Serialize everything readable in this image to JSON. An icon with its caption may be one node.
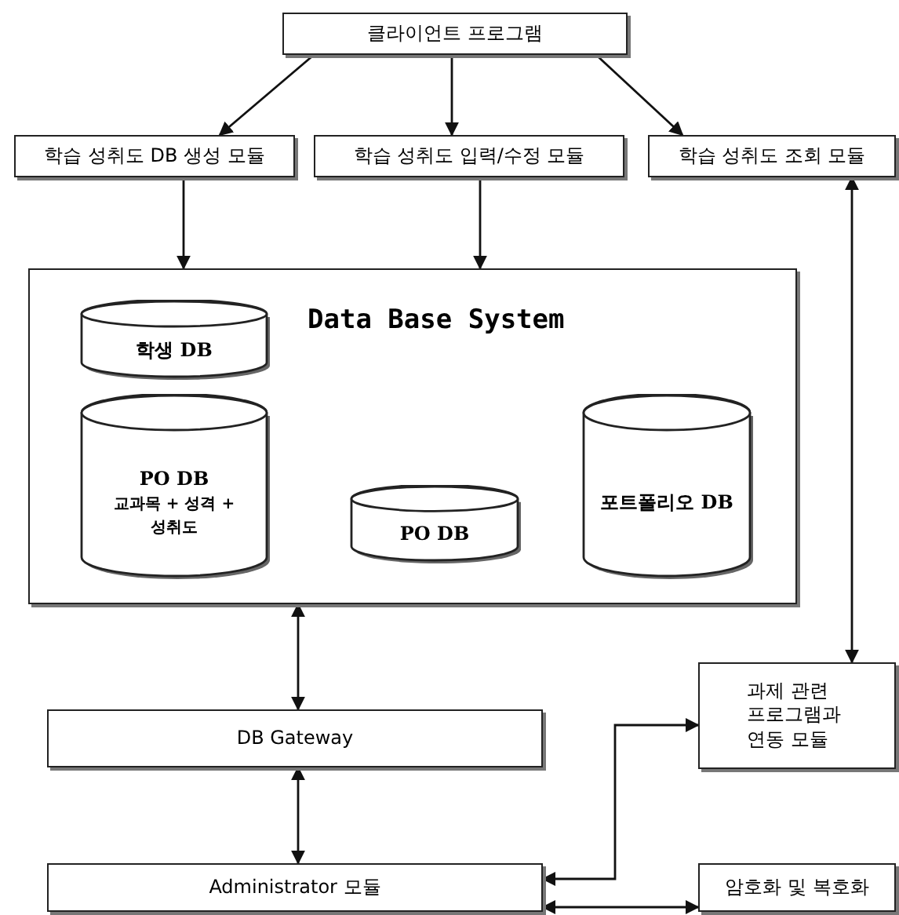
{
  "diagram": {
    "nodes": [
      {
        "text": [
          "클라이언트 프로그램"
        ]
      },
      {
        "text": [
          "학습 성취도 DB 생성 모듈"
        ]
      },
      {
        "text": [
          "학습 성취도 입력/수정 모듈"
        ]
      },
      {
        "text": [
          "학습 성취도 조회 모듈"
        ]
      },
      {
        "text": [
          "Data Base System"
        ]
      },
      {
        "text": [
          "학생 DB"
        ],
        "in": 4
      },
      {
        "text": [
          "PO DB",
          "교과목 + 성격 + 성취도"
        ],
        "in": 4
      },
      {
        "text": [
          "PO DB"
        ],
        "in": 4
      },
      {
        "text": [
          "포트폴리오 DB"
        ],
        "in": 4
      },
      {
        "text": [
          "DB Gateway"
        ]
      },
      {
        "text": [
          "과제 관련 프로그램과 연동 모듈"
        ]
      },
      {
        "text": [
          "Administrator 모듈"
        ]
      },
      {
        "text": [
          "암호화 및 복호화"
        ]
      }
    ],
    "edges": [
      {
        "from": 0,
        "to": 1,
        "arrow": "to"
      },
      {
        "from": 0,
        "to": 2,
        "arrow": "to"
      },
      {
        "from": 0,
        "to": 3,
        "arrow": "to"
      },
      {
        "from": 1,
        "to": 4,
        "arrow": "to"
      },
      {
        "from": 2,
        "to": 4,
        "arrow": "to"
      },
      {
        "from": 3,
        "to": 10,
        "arrow": "both"
      },
      {
        "from": 4,
        "to": 9,
        "arrow": "both"
      },
      {
        "from": 9,
        "to": 11,
        "arrow": "both"
      },
      {
        "from": 11,
        "to": 10,
        "arrow": "both"
      },
      {
        "from": 11,
        "to": 12,
        "arrow": "both"
      }
    ]
  }
}
